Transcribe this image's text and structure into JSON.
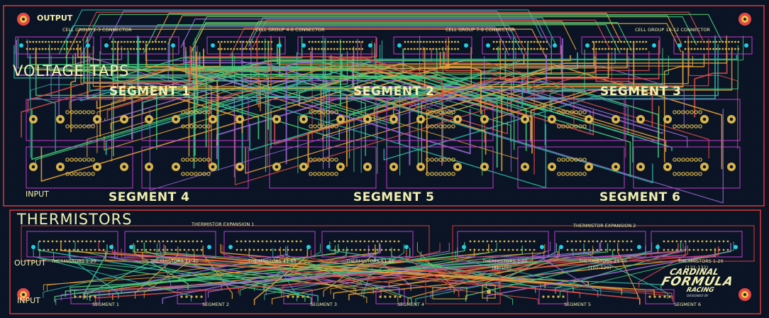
{
  "board": {
    "colors": {
      "background": "#0a1424",
      "outline": "#d83b3b",
      "silkscreen": "#f2efb0",
      "trace_orange": "#e7a23a",
      "trace_green": "#47c97a",
      "trace_teal": "#2fb5a8",
      "trace_purple": "#9b6ad6",
      "trace_red": "#d64a4a",
      "pad_gold": "#d8b44a",
      "pin_cyan": "#20d0e6",
      "courtyard_magenta": "#c23ad0"
    },
    "top": {
      "output_label": "OUTPUT",
      "input_label": "INPUT",
      "section_title": "VOLTAGE TAPS",
      "connectors": [
        "CELL GROUP 1-3 CONNECTOR",
        "CELL GROUP 4-6 CONNECTOR",
        "CELL GROUP 7-9 CONNECTOR",
        "CELL GROUP 10-12 CONNECTOR"
      ],
      "segments_upper": [
        "SEGMENT 1",
        "SEGMENT 2",
        "SEGMENT 3"
      ],
      "segments_lower": [
        "SEGMENT 4",
        "SEGMENT 5",
        "SEGMENT 6"
      ]
    },
    "bottom": {
      "section_title": "THERMISTORS",
      "output_label": "OUTPUT",
      "input_label": "INPUT",
      "expansions": [
        "THERMISTOR EXPANSION 1",
        "THERMISTOR EXPANSION 2"
      ],
      "groups_left": [
        "THERMISTORS 1-20",
        "THERMISTORS 21-40",
        "THERMISTORS 41-60",
        "THERMISTORS 61-80"
      ],
      "groups_right": [
        "THERMISTORS 1-20",
        "THERMISTORS 21-40",
        "THERMISTORS 1-20"
      ],
      "groups_right_sub": [
        "(81-100)",
        "(101-120)",
        "(121-132)"
      ],
      "segments": [
        "SEGMENT 1",
        "SEGMENT 2",
        "SEGMENT 3",
        "SEGMENT 4",
        "SEGMENT 5",
        "SEGMENT 6"
      ],
      "logo": [
        "CARDINAL",
        "FORMULA",
        "RACING"
      ],
      "logo_credit": "DESIGNED BY"
    }
  }
}
